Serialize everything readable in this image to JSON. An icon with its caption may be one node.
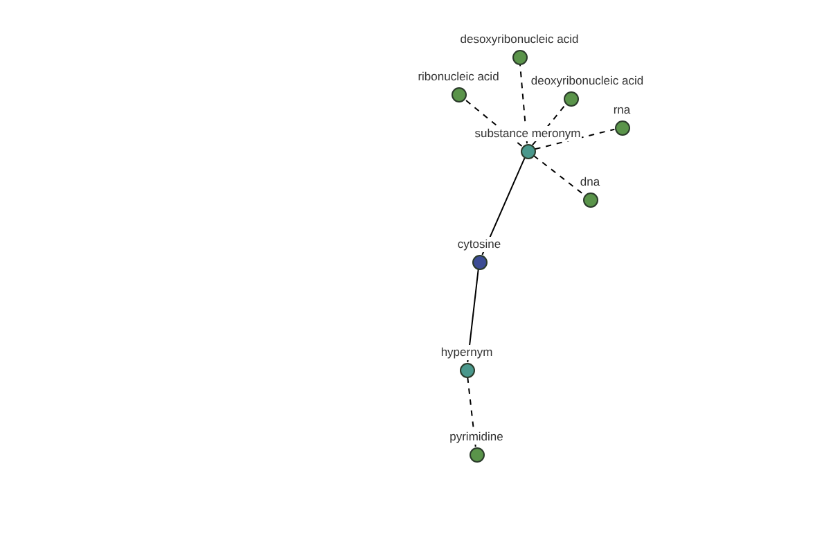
{
  "diagram": {
    "nodes": [
      {
        "text": [
          "desoxyribonucleic acid"
        ]
      },
      {
        "text": [
          "ribonucleic acid"
        ]
      },
      {
        "text": [
          "deoxyribonucleic acid"
        ]
      },
      {
        "text": [
          "rna"
        ]
      },
      {
        "text": [
          "substance meronym"
        ]
      },
      {
        "text": [
          "dna"
        ]
      },
      {
        "text": [
          "cytosine"
        ]
      },
      {
        "text": [
          "hypernym"
        ]
      },
      {
        "text": [
          "pyrimidine"
        ]
      }
    ],
    "edges": [
      {
        "from": 4,
        "to": 0,
        "arrow": "none",
        "style": "dashed"
      },
      {
        "from": 4,
        "to": 1,
        "arrow": "none",
        "style": "dashed"
      },
      {
        "from": 4,
        "to": 2,
        "arrow": "none",
        "style": "dashed"
      },
      {
        "from": 4,
        "to": 3,
        "arrow": "none",
        "style": "dashed"
      },
      {
        "from": 4,
        "to": 5,
        "arrow": "none",
        "style": "dashed"
      },
      {
        "from": 6,
        "to": 4,
        "arrow": "none"
      },
      {
        "from": 6,
        "to": 7,
        "arrow": "none"
      },
      {
        "from": 7,
        "to": 8,
        "arrow": "none",
        "style": "dashed"
      }
    ]
  }
}
